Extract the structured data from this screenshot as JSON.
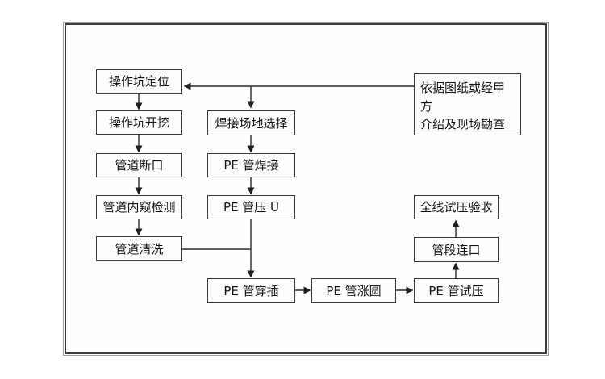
{
  "diagram": {
    "nodes": [
      {
        "label": "操作坑定位"
      },
      {
        "label": "操作坑开挖"
      },
      {
        "label": "管道断口"
      },
      {
        "label": "管道内窥检测"
      },
      {
        "label": "管道清洗"
      },
      {
        "label": "焊接场地选择"
      },
      {
        "label": "PE 管焊接"
      },
      {
        "label": "PE 管压 U"
      },
      {
        "label": "PE 管穿插"
      },
      {
        "label": "PE 管涨圆"
      },
      {
        "label": "PE 管试压"
      },
      {
        "label": "管段连口"
      },
      {
        "label": "全线试压验收"
      },
      {
        "line1": "依据图纸或经甲方",
        "line2": "介绍及现场勘查"
      }
    ],
    "colors": {
      "line": "#2a2a2a",
      "box_border": "#383838",
      "frame_border": "#3d3d3d",
      "frame_outline": "#9d9d9d",
      "background": "#ffffff"
    }
  }
}
